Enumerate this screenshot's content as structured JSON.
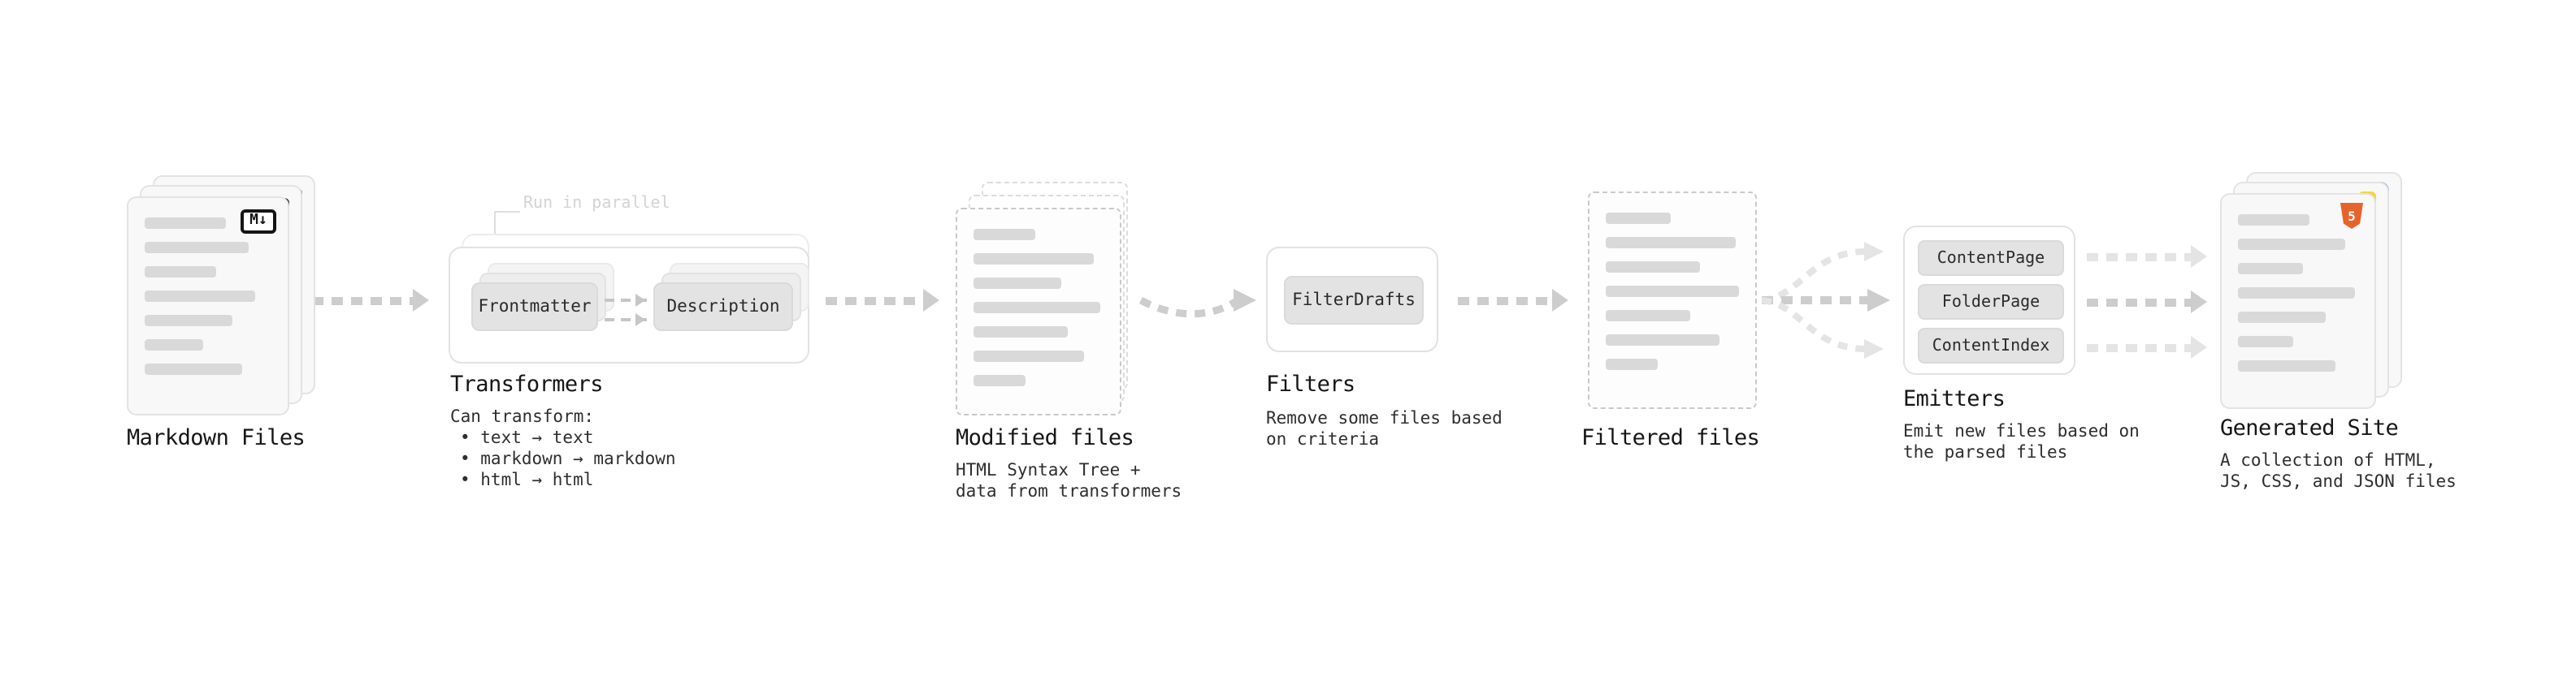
{
  "markdown_files": {
    "label": "Markdown Files",
    "icon_glyph": "M↓"
  },
  "transformers": {
    "label": "Transformers",
    "parallel_note": "Run in parallel",
    "chips": [
      "Frontmatter",
      "Description"
    ],
    "desc_title": "Can transform:",
    "desc_items": [
      "• text → text",
      "• markdown → markdown",
      "• html → html"
    ]
  },
  "modified_files": {
    "label": "Modified files",
    "desc_lines": [
      "HTML Syntax Tree +",
      "data from transformers"
    ]
  },
  "filters": {
    "label": "Filters",
    "chip": "FilterDrafts",
    "desc_lines": [
      "Remove some files based",
      "on criteria"
    ]
  },
  "filtered_files": {
    "label": "Filtered files"
  },
  "emitters": {
    "label": "Emitters",
    "chips": [
      "ContentPage",
      "FolderPage",
      "ContentIndex"
    ],
    "desc_lines": [
      "Emit new files based on",
      "the parsed files"
    ]
  },
  "generated_site": {
    "label": "Generated Site",
    "icon_glyph": "5",
    "desc_lines": [
      "A collection of HTML,",
      "JS, CSS, and JSON files"
    ]
  },
  "colors": {
    "arrow": "#cdcdcd",
    "arrow_faint": "#e4e4e4",
    "card_border": "#e3e3e3",
    "bar_fill": "#d9d9d9",
    "chip_bg": "#e3e3e3",
    "html5_orange": "#e8622c",
    "js_yellow": "#f0d643",
    "css_blue": "#3b6fe0"
  }
}
